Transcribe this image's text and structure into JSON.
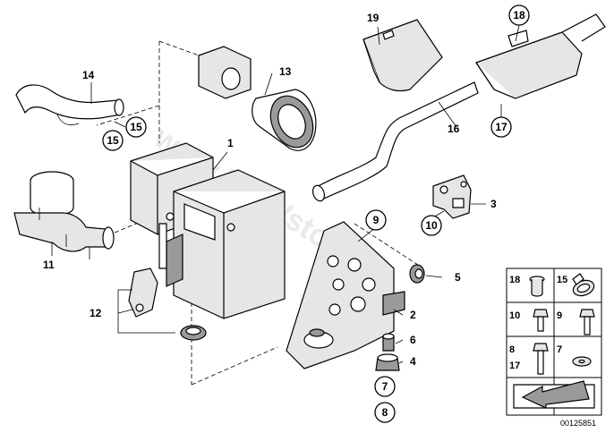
{
  "callouts": {
    "c1": "1",
    "c2": "2",
    "c3": "3",
    "c4": "4",
    "c5": "5",
    "c6": "6",
    "c7": "7",
    "c8": "8",
    "c9": "9",
    "c10": "10",
    "c11": "11",
    "c12": "12",
    "c13": "13",
    "c14": "14",
    "c15a": "15",
    "c15b": "15",
    "c16": "16",
    "c17": "17",
    "c18": "18",
    "c19": "19"
  },
  "legend": {
    "r1a": "18",
    "r1b": "15",
    "r2a": "10",
    "r2b": "9",
    "r3a": "8",
    "r3a2": "17",
    "r3b": "7"
  },
  "watermark": "www.BMWstore.pl",
  "doc_id": "00125851"
}
